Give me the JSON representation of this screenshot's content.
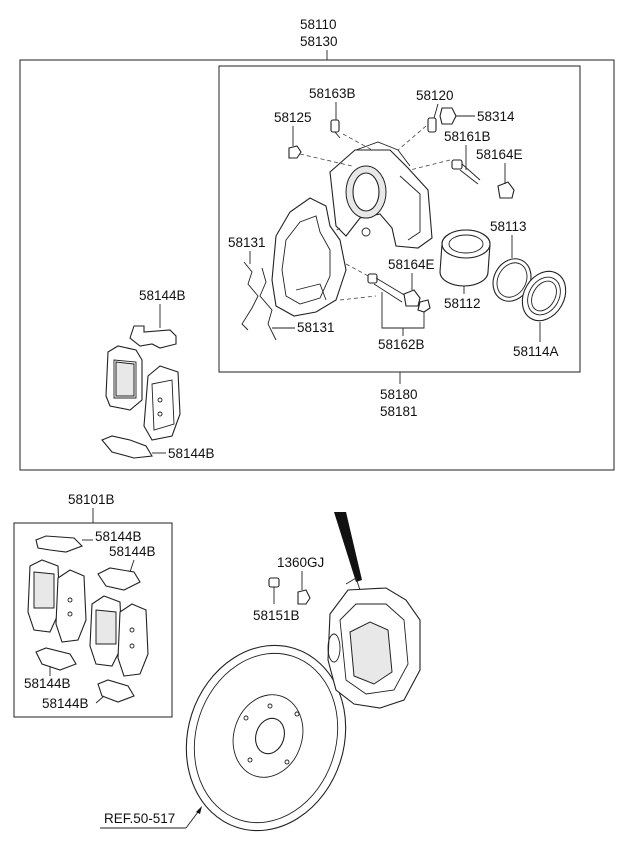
{
  "diagram": {
    "labels": {
      "assy_top_a": "58110",
      "assy_top_b": "58130",
      "bolt_58163b": "58163B",
      "bleeder_58120": "58120",
      "cap_58314": "58314",
      "nut_58125": "58125",
      "pin_58161b": "58161B",
      "boot_58164e_top": "58164E",
      "piston_seal_58113": "58113",
      "spring_58131_top": "58131",
      "boot_58164e_mid": "58164E",
      "piston_58112": "58112",
      "spring_58131_bot": "58131",
      "pin_kit_58162b": "58162B",
      "boot_58114a": "58114A",
      "carrier_58180": "58180",
      "carrier_58181": "58181",
      "clip_58144b_upper": "58144B",
      "clip_58144b_lower": "58144B",
      "pad_kit_58101b": "58101B",
      "kit_clip_a": "58144B",
      "kit_clip_b": "58144B",
      "kit_clip_c": "58144B",
      "kit_clip_d": "58144B",
      "nut_1360gj": "1360GJ",
      "bolt_58151b": "58151B",
      "ref_disc": "REF.50-517"
    }
  }
}
